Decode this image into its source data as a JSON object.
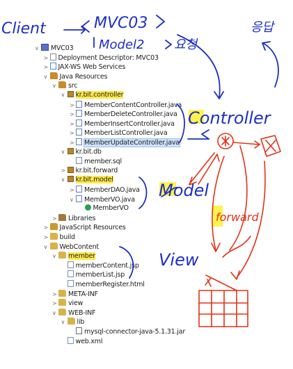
{
  "colors": {
    "blue_ink": "#1d2fc4",
    "red_ink": "#e23216",
    "highlight": "#fff23c",
    "selection": "#cde2fb"
  },
  "tree": [
    {
      "label": "MVC03",
      "icon": "project-icon",
      "depth": 0,
      "twisty": "open"
    },
    {
      "label": "Deployment Descriptor: MVC03",
      "icon": "descriptor-icon",
      "depth": 1,
      "twisty": "closed"
    },
    {
      "label": "JAX-WS Web Services",
      "icon": "webservice-icon",
      "depth": 1,
      "twisty": "closed"
    },
    {
      "label": "Java Resources",
      "icon": "java-resources-icon",
      "depth": 1,
      "twisty": "open"
    },
    {
      "label": "src",
      "icon": "source-folder-icon",
      "depth": 2,
      "twisty": "open"
    },
    {
      "label": "kr.bit.controller",
      "icon": "package-icon",
      "depth": 3,
      "twisty": "open",
      "highlight": true
    },
    {
      "label": "MemberContentController.java",
      "icon": "java-file-icon",
      "depth": 4,
      "twisty": "closed"
    },
    {
      "label": "MemberDeleteController.java",
      "icon": "java-file-icon",
      "depth": 4,
      "twisty": "closed"
    },
    {
      "label": "MemberInsertController.java",
      "icon": "java-file-icon",
      "depth": 4,
      "twisty": "closed"
    },
    {
      "label": "MemberListController.java",
      "icon": "java-file-icon",
      "depth": 4,
      "twisty": "closed"
    },
    {
      "label": "MemberUpdateController.java",
      "icon": "java-file-icon",
      "depth": 4,
      "twisty": "closed",
      "selected": true
    },
    {
      "label": "kr.bit.db",
      "icon": "package-icon",
      "depth": 3,
      "twisty": "open"
    },
    {
      "label": "member.sql",
      "icon": "sql-file-icon",
      "depth": 4,
      "twisty": "none"
    },
    {
      "label": "kr.bit.forward",
      "icon": "package-icon",
      "depth": 3,
      "twisty": "closed"
    },
    {
      "label": "kr.bit.model",
      "icon": "package-icon",
      "depth": 3,
      "twisty": "open",
      "highlight": true
    },
    {
      "label": "MemberDAO.java",
      "icon": "java-file-icon",
      "depth": 4,
      "twisty": "closed"
    },
    {
      "label": "MemberVO.java",
      "icon": "java-file-icon",
      "depth": 4,
      "twisty": "open"
    },
    {
      "label": "MemberVO",
      "icon": "class-icon",
      "depth": 5,
      "twisty": "none"
    },
    {
      "label": "Libraries",
      "icon": "libraries-icon",
      "depth": 2,
      "twisty": "closed"
    },
    {
      "label": "JavaScript Resources",
      "icon": "js-resources-icon",
      "depth": 1,
      "twisty": "closed"
    },
    {
      "label": "build",
      "icon": "folder-icon",
      "depth": 1,
      "twisty": "closed"
    },
    {
      "label": "WebContent",
      "icon": "folder-icon",
      "depth": 1,
      "twisty": "open"
    },
    {
      "label": "member",
      "icon": "folder-icon",
      "depth": 2,
      "twisty": "open",
      "highlight": true
    },
    {
      "label": "memberContent.jsp",
      "icon": "jsp-file-icon",
      "depth": 3,
      "twisty": "none"
    },
    {
      "label": "memberList.jsp",
      "icon": "jsp-file-icon",
      "depth": 3,
      "twisty": "none"
    },
    {
      "label": "memberRegister.html",
      "icon": "html-file-icon",
      "depth": 3,
      "twisty": "none"
    },
    {
      "label": "META-INF",
      "icon": "folder-icon",
      "depth": 2,
      "twisty": "closed"
    },
    {
      "label": "view",
      "icon": "folder-icon",
      "depth": 2,
      "twisty": "closed"
    },
    {
      "label": "WEB-INF",
      "icon": "folder-icon",
      "depth": 2,
      "twisty": "open"
    },
    {
      "label": "lib",
      "icon": "folder-icon",
      "depth": 3,
      "twisty": "open"
    },
    {
      "label": "mysql-connector-java-5.1.31.jar",
      "icon": "jar-file-icon",
      "depth": 4,
      "twisty": "none"
    },
    {
      "label": "web.xml",
      "icon": "xml-file-icon",
      "depth": 3,
      "twisty": "none"
    }
  ],
  "annotations": {
    "client": "Client",
    "mvc": "MVC03",
    "model2": "Model2",
    "request": "요청",
    "response": "응답",
    "controller": "Controller",
    "model": "Model",
    "view": "View",
    "forward": "forward"
  }
}
